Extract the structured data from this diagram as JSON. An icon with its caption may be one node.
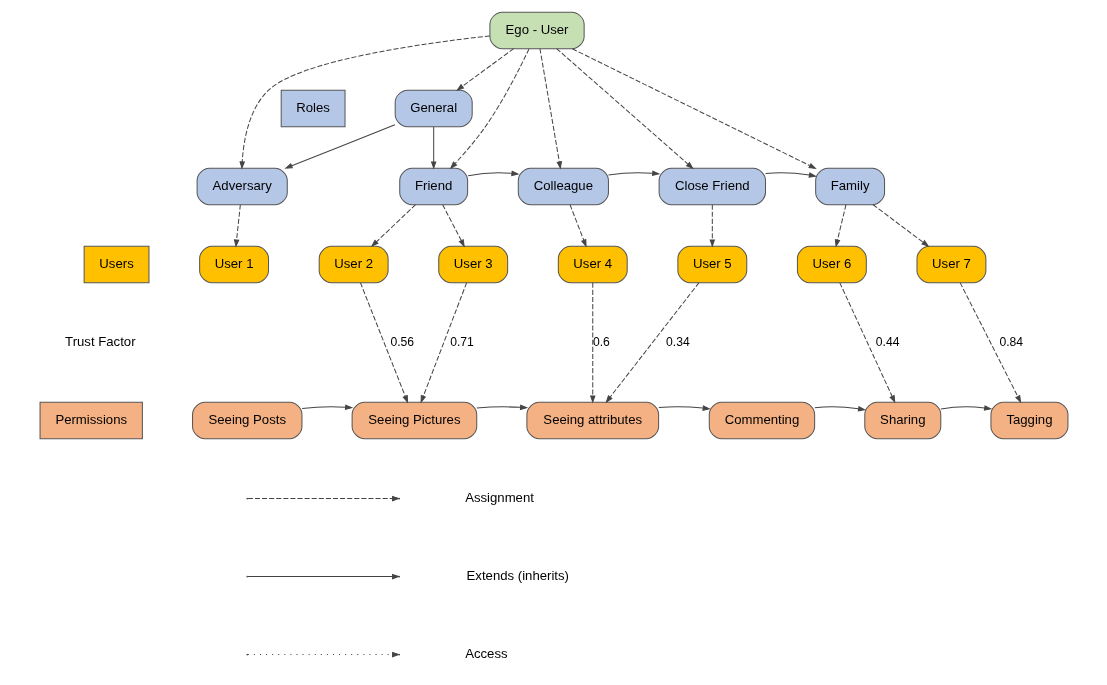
{
  "diagram": {
    "nodes": [
      {
        "text": [
          "Ego - User"
        ]
      },
      {
        "text": [
          "Adversary"
        ]
      },
      {
        "text": [
          "Roles"
        ]
      },
      {
        "text": [
          "General"
        ]
      },
      {
        "text": [
          "Friend"
        ]
      },
      {
        "text": [
          "Colleague"
        ]
      },
      {
        "text": [
          "Close Friend"
        ]
      },
      {
        "text": [
          "Family"
        ]
      },
      {
        "text": [
          "Users"
        ]
      },
      {
        "text": [
          "User 1"
        ]
      },
      {
        "text": [
          "User 2"
        ]
      },
      {
        "text": [
          "User 3"
        ]
      },
      {
        "text": [
          "User 4"
        ]
      },
      {
        "text": [
          "User 5"
        ]
      },
      {
        "text": [
          "User 6"
        ]
      },
      {
        "text": [
          "User 7"
        ]
      },
      {
        "text": [
          "Permissions"
        ]
      },
      {
        "text": [
          "Seeing Posts"
        ]
      },
      {
        "text": [
          "Seeing Pictures"
        ]
      },
      {
        "text": [
          "Seeing attributes"
        ]
      },
      {
        "text": [
          "Commenting"
        ]
      },
      {
        "text": [
          "Sharing"
        ]
      },
      {
        "text": [
          "Tagging"
        ]
      }
    ],
    "edges": [
      {
        "from": 0,
        "to": 3,
        "arrow": "to",
        "style": "dashed"
      },
      {
        "from": 0,
        "to": 1,
        "arrow": "to",
        "style": "dashed"
      },
      {
        "from": 0,
        "to": 4,
        "arrow": "to",
        "style": "dashed"
      },
      {
        "from": 0,
        "to": 5,
        "arrow": "to",
        "style": "dashed"
      },
      {
        "from": 0,
        "to": 6,
        "arrow": "to",
        "style": "dashed"
      },
      {
        "from": 0,
        "to": 7,
        "arrow": "to",
        "style": "dashed"
      },
      {
        "from": 3,
        "to": 1,
        "arrow": "to"
      },
      {
        "from": 3,
        "to": 4,
        "arrow": "to"
      },
      {
        "from": 4,
        "to": 5,
        "arrow": "to"
      },
      {
        "from": 5,
        "to": 6,
        "arrow": "to"
      },
      {
        "from": 6,
        "to": 7,
        "arrow": "to"
      },
      {
        "from": 1,
        "to": 9,
        "arrow": "to",
        "style": "dashed"
      },
      {
        "from": 4,
        "to": 10,
        "arrow": "to",
        "style": "dashed"
      },
      {
        "from": 4,
        "to": 11,
        "arrow": "to",
        "style": "dashed"
      },
      {
        "from": 5,
        "to": 12,
        "arrow": "to",
        "style": "dashed"
      },
      {
        "from": 6,
        "to": 13,
        "arrow": "to",
        "style": "dashed"
      },
      {
        "from": 7,
        "to": 14,
        "arrow": "to",
        "style": "dashed"
      },
      {
        "from": 7,
        "to": 15,
        "arrow": "to",
        "style": "dashed"
      },
      {
        "from": 10,
        "to": 18,
        "arrow": "to",
        "style": "dashed",
        "label": "0.56"
      },
      {
        "from": 11,
        "to": 18,
        "arrow": "to",
        "style": "dashed",
        "label": "0.71"
      },
      {
        "from": 12,
        "to": 19,
        "arrow": "to",
        "style": "dashed",
        "label": "0.6"
      },
      {
        "from": 13,
        "to": 19,
        "arrow": "to",
        "style": "dashed",
        "label": "0.34"
      },
      {
        "from": 14,
        "to": 21,
        "arrow": "to",
        "style": "dashed",
        "label": "0.44"
      },
      {
        "from": 15,
        "to": 22,
        "arrow": "to",
        "style": "dashed",
        "label": "0.84"
      },
      {
        "from": 17,
        "to": 18,
        "arrow": "to"
      },
      {
        "from": 18,
        "to": 19,
        "arrow": "to"
      },
      {
        "from": 19,
        "to": 20,
        "arrow": "to"
      },
      {
        "from": 20,
        "to": 21,
        "arrow": "to"
      },
      {
        "from": 21,
        "to": 22,
        "arrow": "to"
      }
    ],
    "labels": [
      "Trust Factor"
    ],
    "legend": [
      {
        "text": "Assignment"
      },
      {
        "text": "Extends (inherits)"
      },
      {
        "text": "Access"
      }
    ]
  }
}
